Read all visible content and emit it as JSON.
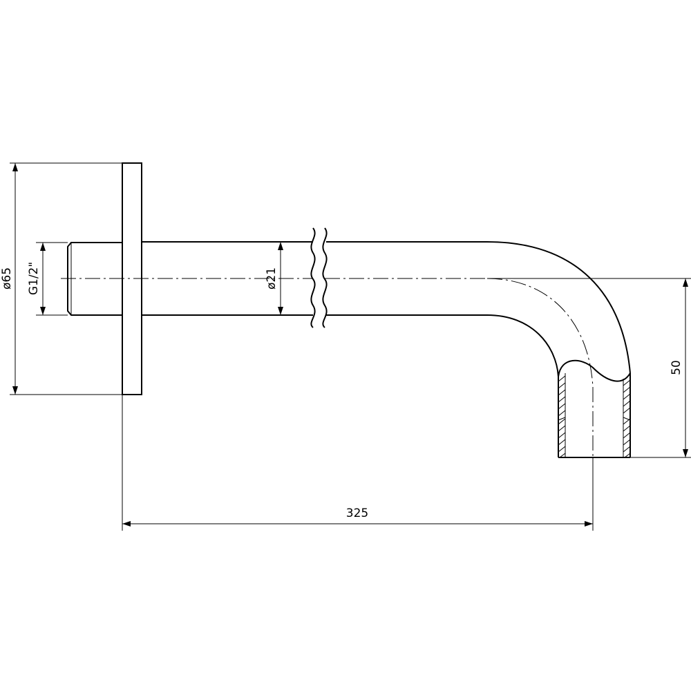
{
  "drawing": {
    "dimensions": {
      "flange_diameter": "ø65",
      "thread": "G1/2\"",
      "pipe_diameter": "ø21",
      "drop_height": "50",
      "total_length": "325"
    }
  }
}
